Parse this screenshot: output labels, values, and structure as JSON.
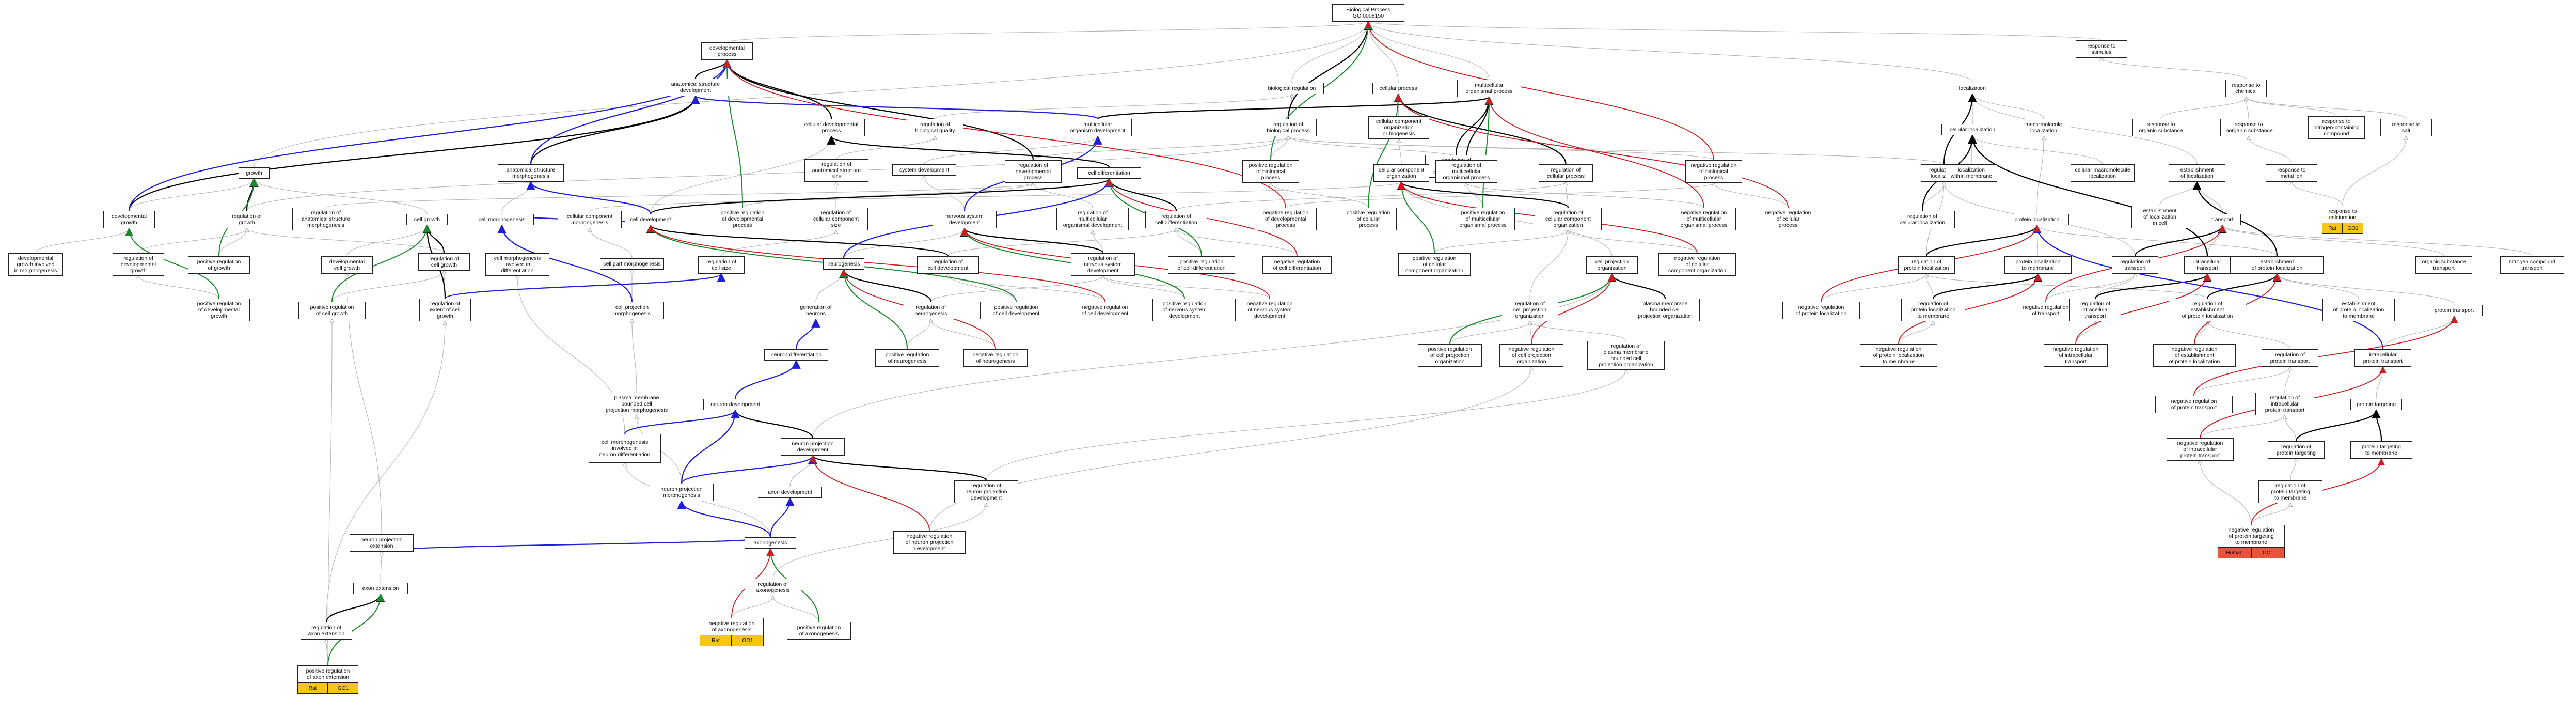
{
  "diagram": {
    "nodes": [
      {
        "id": "bp",
        "label": "Biological Process\nGO:0008150"
      },
      {
        "id": "resp_stim",
        "label": "response to\nstimulus"
      },
      {
        "id": "dev_proc",
        "label": "developmental\nprocess"
      },
      {
        "id": "biol_reg",
        "label": "biological regulation"
      },
      {
        "id": "cell_proc",
        "label": "cellular process"
      },
      {
        "id": "multi_org",
        "label": "multicellular\norganismal process"
      },
      {
        "id": "localization",
        "label": "localization"
      },
      {
        "id": "resp_chem",
        "label": "response to\nchemical"
      },
      {
        "id": "anat_dev",
        "label": "anatomical structure\ndevelopment"
      },
      {
        "id": "cell_dev_proc",
        "label": "cellular developmental\nprocess"
      },
      {
        "id": "reg_biol_qual",
        "label": "regulation of\nbiological quality"
      },
      {
        "id": "reg_bp",
        "label": "regulation of\nbiological process"
      },
      {
        "id": "cc_org_bio",
        "label": "cellular component\norganization\nor biogenesis"
      },
      {
        "id": "reg_multi_org",
        "label": "regulation of\nmulticellular\norganismal process"
      },
      {
        "id": "reg_cell_proc",
        "label": "regulation of\ncellular process"
      },
      {
        "id": "cell_loc",
        "label": "cellular localization"
      },
      {
        "id": "macro_loc",
        "label": "macromolecule\nlocalization"
      },
      {
        "id": "resp_org",
        "label": "response to\norganic substance"
      },
      {
        "id": "resp_inorg",
        "label": "response to\ninorganic substance"
      },
      {
        "id": "resp_n",
        "label": "response to\nnitrogen-containing\ncompound"
      },
      {
        "id": "resp_salt",
        "label": "response to\nsalt"
      },
      {
        "id": "growth",
        "label": "growth"
      },
      {
        "id": "anat_morph",
        "label": "anatomical structure\nmorphogenesis"
      },
      {
        "id": "reg_anat_size",
        "label": "regulation of\nanatomical structure\nsize"
      },
      {
        "id": "sys_dev",
        "label": "system development"
      },
      {
        "id": "reg_dev_proc",
        "label": "regulation of\ndevelopmental\nprocess"
      },
      {
        "id": "multi_dev",
        "label": "multicellular\norganism development"
      },
      {
        "id": "pos_reg_bp",
        "label": "positive regulation\nof biological\nprocess"
      },
      {
        "id": "cc_org",
        "label": "cellular component\norganization"
      },
      {
        "id": "reg_multi_proc",
        "label": "regulation of\nmulticellular\norganismal process"
      },
      {
        "id": "neg_reg_bp",
        "label": "negative regulation\nof biological\nprocess"
      },
      {
        "id": "reg_loc",
        "label": "regulation of\nlocalization"
      },
      {
        "id": "loc_membrane",
        "label": "localization\nwithin membrane"
      },
      {
        "id": "cell_macro_loc",
        "label": "cellular macromolecule\nlocalization"
      },
      {
        "id": "estab_loc_cell",
        "label": "establishment\nof localization\nin cell"
      },
      {
        "id": "estab_loc",
        "label": "establishment\nof localization"
      },
      {
        "id": "resp_metal",
        "label": "response to\nmetal ion"
      },
      {
        "id": "dev_growth",
        "label": "developmental\ngrowth"
      },
      {
        "id": "reg_growth",
        "label": "regulation of\ngrowth"
      },
      {
        "id": "reg_anat_morph",
        "label": "regulation of\nanatomical structure\nmorphogenesis"
      },
      {
        "id": "cell_growth",
        "label": "cell growth"
      },
      {
        "id": "cell_morph",
        "label": "cell morphogenesis"
      },
      {
        "id": "cc_morph",
        "label": "cellular component\nmorphogenesis"
      },
      {
        "id": "cell_devt",
        "label": "cell development"
      },
      {
        "id": "pos_reg_dev",
        "label": "positive regulation\nof developmental\nprocess"
      },
      {
        "id": "reg_cc_size",
        "label": "regulation of\ncellular component\nsize"
      },
      {
        "id": "nerv_dev",
        "label": "nervous system\ndevelopment"
      },
      {
        "id": "cell_diff",
        "label": "cell differentiation"
      },
      {
        "id": "reg_multi_dev",
        "label": "regulation of\nmulticellular\norganismal development"
      },
      {
        "id": "reg_cell_diff",
        "label": "regulation of\ncell differentiation"
      },
      {
        "id": "neg_reg_dev",
        "label": "negative regulation\nof developmental\nprocess"
      },
      {
        "id": "pos_reg_cell_proc",
        "label": "positive regulation\nof cellular\nprocess"
      },
      {
        "id": "pos_reg_multi",
        "label": "positive regulation\nof multicellular\norganismal process"
      },
      {
        "id": "reg_cc_org",
        "label": "regulation of\ncellular component\norganization"
      },
      {
        "id": "neg_reg_multi",
        "label": "negative regulation\nof multicellular\norganismal process"
      },
      {
        "id": "neg_reg_cell_proc",
        "label": "negative regulation\nof cellular\nprocess"
      },
      {
        "id": "reg_cell_loc",
        "label": "regulation of\ncellular localization"
      },
      {
        "id": "prot_loc",
        "label": "protein localization"
      },
      {
        "id": "transport",
        "label": "transport"
      },
      {
        "id": "resp_calcium",
        "label": "response to\ncalcium ion"
      },
      {
        "id": "dev_growth_morph",
        "label": "developmental\ngrowth involved\nin morphogenesis"
      },
      {
        "id": "reg_dev_growth",
        "label": "regulation of\ndevelopmental\ngrowth"
      },
      {
        "id": "pos_reg_growth",
        "label": "positive regulation\nof growth"
      },
      {
        "id": "dev_cell_growth",
        "label": "developmental\ncell growth"
      },
      {
        "id": "reg_cell_growth",
        "label": "regulation of\ncell growth"
      },
      {
        "id": "cell_morph_diff",
        "label": "cell morphogenesis\ninvolved in\ndifferentiation"
      },
      {
        "id": "cell_part_morph",
        "label": "cell part morphogenesis"
      },
      {
        "id": "reg_cell_size",
        "label": "regulation of\ncell size"
      },
      {
        "id": "neurogenesis",
        "label": "neurogenesis"
      },
      {
        "id": "reg_cell_devt",
        "label": "regulation of\ncell development"
      },
      {
        "id": "reg_nerv_dev",
        "label": "regulation of\nnervous system\ndevelopment"
      },
      {
        "id": "pos_reg_cell_diff",
        "label": "positive regulation\nof cell differentiation"
      },
      {
        "id": "neg_reg_cell_diff",
        "label": "negative regulation\nof cell differentiation"
      },
      {
        "id": "pos_reg_cc_org",
        "label": "positive regulation\nof cellular\ncomponent organization"
      },
      {
        "id": "cell_proj_org",
        "label": "cell projection\norganization"
      },
      {
        "id": "neg_reg_cc_org",
        "label": "negative regulation\nof cellular\ncomponent organization"
      },
      {
        "id": "reg_prot_loc",
        "label": "regulation of\nprotein localization"
      },
      {
        "id": "prot_loc_membrane",
        "label": "protein localization\nto membrane"
      },
      {
        "id": "intra_transport",
        "label": "intracellular\ntransport"
      },
      {
        "id": "reg_transport",
        "label": "regulation of\ntransport"
      },
      {
        "id": "estab_prot_loc",
        "label": "establishment\nof protein localization"
      },
      {
        "id": "org_subst_transport",
        "label": "organic substance\ntransport"
      },
      {
        "id": "n_compound_transport",
        "label": "nitrogen compound\ntransport"
      },
      {
        "id": "pos_reg_dev_growth",
        "label": "positive regulation\nof developmental\ngrowth"
      },
      {
        "id": "pos_reg_cell_growth",
        "label": "positive regulation\nof cell growth"
      },
      {
        "id": "reg_extent_growth",
        "label": "regulation of\nextent of cell\ngrowth"
      },
      {
        "id": "cell_proj_morph",
        "label": "cell projection\nmorphogenesis"
      },
      {
        "id": "gen_neurons",
        "label": "generation of\nneurons"
      },
      {
        "id": "reg_neurogenesis",
        "label": "regulation of\nneurogenesis"
      },
      {
        "id": "pos_reg_cell_devt",
        "label": "positive regulation\nof cell development"
      },
      {
        "id": "neg_reg_cell_devt",
        "label": "negative regulation\nof cell development"
      },
      {
        "id": "pos_reg_nerv_dev",
        "label": "positive regulation\nof nervous system\ndevelopment"
      },
      {
        "id": "neg_reg_nerv_dev",
        "label": "negative regulation\nof nervous system\ndevelopment"
      },
      {
        "id": "reg_cell_proj_org",
        "label": "regulation of\ncell projection\norganization"
      },
      {
        "id": "pm_cell_proj_org",
        "label": "plasma membrane\nbounded cell\nprojection organization"
      },
      {
        "id": "neg_reg_prot_loc",
        "label": "negative regulation\nof protein localization"
      },
      {
        "id": "reg_prot_loc_membrane",
        "label": "regulation of\nprotein localization\nto membrane"
      },
      {
        "id": "neg_reg_transport",
        "label": "negative regulation\nof transport"
      },
      {
        "id": "reg_intra_transport",
        "label": "regulation of\nintracellular\ntransport"
      },
      {
        "id": "reg_estab_prot_loc",
        "label": "regulation of\nestablishment\nof protein localization"
      },
      {
        "id": "estab_prot_loc_membrane",
        "label": "establishment\nof protein localization\nto membrane"
      },
      {
        "id": "prot_transport",
        "label": "protein transport"
      },
      {
        "id": "neuron_diff",
        "label": "neuron differentiation"
      },
      {
        "id": "pos_reg_neurogenesis",
        "label": "positive regulation\nof neurogenesis"
      },
      {
        "id": "neg_reg_neurogenesis",
        "label": "negative regulation\nof neurogenesis"
      },
      {
        "id": "pos_reg_cell_proj_org",
        "label": "positive regulation\nof cell projection\norganization"
      },
      {
        "id": "neg_reg_cell_proj_org",
        "label": "negative regulation\nof cell projection\norganization"
      },
      {
        "id": "reg_pm_cell_proj_org",
        "label": "regulation of\nplasma membrane\nbounded cell\nprojection organization"
      },
      {
        "id": "neg_reg_prot_loc_membrane",
        "label": "negative regulation\nof protein localization\nto membrane"
      },
      {
        "id": "neg_reg_intra_transport",
        "label": "negative regulation\nof intracellular\ntransport"
      },
      {
        "id": "neg_reg_estab_prot_loc",
        "label": "negative regulation\nof establishment\nof protein localization"
      },
      {
        "id": "reg_prot_transport",
        "label": "regulation of\nprotein transport"
      },
      {
        "id": "intra_prot_transport",
        "label": "intracellular\nprotein transport"
      },
      {
        "id": "pm_proj_morph",
        "label": "plasma membrane\nbounded cell\nprojection morphogenesis"
      },
      {
        "id": "neuron_dev",
        "label": "neuron development"
      },
      {
        "id": "neg_reg_prot_transport",
        "label": "negative regulation\nof protein transport"
      },
      {
        "id": "reg_intra_prot_transport",
        "label": "regulation of\nintracellular\nprotein transport"
      },
      {
        "id": "prot_targeting",
        "label": "protein targeting"
      },
      {
        "id": "cell_morph_neuron",
        "label": "cell morphogenesis\ninvolved in\nneuron differentiation"
      },
      {
        "id": "neuron_proj_dev",
        "label": "neuron projection\ndevelopment"
      },
      {
        "id": "neg_reg_intra_prot_transport",
        "label": "negative regulation\nof intracellular\nprotein transport"
      },
      {
        "id": "reg_prot_targeting",
        "label": "regulation of\nprotein targeting"
      },
      {
        "id": "prot_targeting_membrane",
        "label": "protein targeting\nto membrane"
      },
      {
        "id": "neuron_proj_morph",
        "label": "neuron projection\nmorphogenesis"
      },
      {
        "id": "axon_dev",
        "label": "axon development"
      },
      {
        "id": "reg_neuron_proj_dev",
        "label": "regulation of\nneuron projection\ndevelopment"
      },
      {
        "id": "reg_prot_targeting_membrane",
        "label": "regulation of\nprotein targeting\nto membrane"
      },
      {
        "id": "neuron_proj_ext",
        "label": "neuron projection\nextension"
      },
      {
        "id": "axonogenesis",
        "label": "axonogenesis"
      },
      {
        "id": "neg_reg_neuron_proj_dev",
        "label": "negative regulation\nof neuron projection\ndevelopment"
      },
      {
        "id": "neg_reg_prot_targeting_membrane",
        "label": "negative regulation\nof protein targeting\nto membrane"
      },
      {
        "id": "axon_ext",
        "label": "axon extension"
      },
      {
        "id": "reg_axonogenesis",
        "label": "regulation of\naxonogenesis"
      },
      {
        "id": "reg_axon_ext",
        "label": "regulation of\naxon extension"
      },
      {
        "id": "neg_reg_axonogenesis",
        "label": "negative regulation\nof axonogenesis"
      },
      {
        "id": "pos_reg_axonogenesis",
        "label": "positive regulation\nof axonogenesis"
      },
      {
        "id": "pos_reg_axon_ext",
        "label": "positive regulation\nof axon extension"
      }
    ],
    "badges": [
      {
        "node": "resp_calcium",
        "cells": [
          {
            "text": "Rat",
            "color": "#f5c518"
          },
          {
            "text": "GO1",
            "color": "#f5c518"
          }
        ]
      },
      {
        "node": "neg_reg_axonogenesis",
        "cells": [
          {
            "text": "Rat",
            "color": "#f5c518"
          },
          {
            "text": "GO1",
            "color": "#f5c518"
          }
        ]
      },
      {
        "node": "pos_reg_axon_ext",
        "cells": [
          {
            "text": "Rat",
            "color": "#f5c518"
          },
          {
            "text": "GO1",
            "color": "#f5c518"
          }
        ]
      },
      {
        "node": "neg_reg_prot_targeting_membrane",
        "cells": [
          {
            "text": "Human",
            "color": "#e8543b"
          },
          {
            "text": "GO1",
            "color": "#e8543b"
          }
        ]
      }
    ],
    "edge_colors": {
      "is_a": "#b5b5b5",
      "part_of": "#000000",
      "regulates": "#1f1fd6",
      "pos_reg": "#1b8a2b",
      "neg_reg": "#c82020"
    }
  }
}
